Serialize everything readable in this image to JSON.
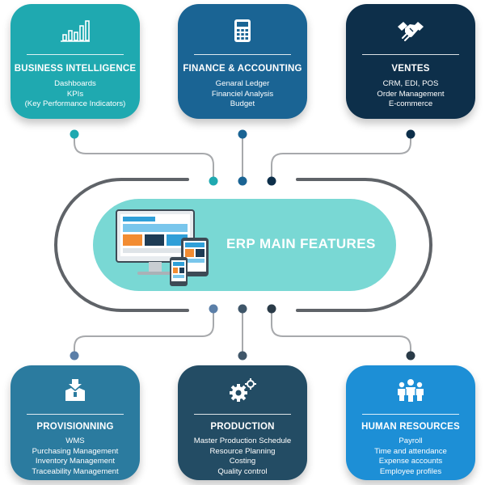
{
  "center": {
    "title": "ERP MAIN FEATURES"
  },
  "colors": {
    "bi": "#1fa9b0",
    "finance": "#1a6494",
    "ventes": "#0d2f4a",
    "provisionning": "#2b7b9f",
    "production": "#234c64",
    "hr": "#1d8fd6",
    "pill": "#79d8d4",
    "line": "#a7a9ac",
    "arc": "#5f6368"
  },
  "cards": {
    "bi": {
      "icon": "bar-chart-icon",
      "title": "BUSINESS INTELLIGENCE",
      "lines": [
        "Dashboards",
        "KPIs",
        "(Key Performance Indicators)"
      ]
    },
    "finance": {
      "icon": "calculator-icon",
      "title": "FINANCE & ACCOUNTING",
      "lines": [
        "Genaral Ledger",
        "Financiel Analysis",
        "Budget"
      ]
    },
    "ventes": {
      "icon": "handshake-icon",
      "title": "VENTES",
      "lines": [
        "CRM, EDI, POS",
        "Order Management",
        "E-commerce"
      ]
    },
    "provisionning": {
      "icon": "box-arrow-icon",
      "title": "PROVISIONNING",
      "lines": [
        "WMS",
        "Purchasing Management",
        "Inventory Management",
        "Traceability Management"
      ]
    },
    "production": {
      "icon": "gears-icon",
      "title": "PRODUCTION",
      "lines": [
        "Master Production Schedule",
        "Resource Planning",
        "Costing",
        "Quality control"
      ]
    },
    "hr": {
      "icon": "people-icon",
      "title": "HUMAN RESOURCES",
      "lines": [
        "Payroll",
        "Time and attendance",
        "Expense accounts",
        "Employee profiles"
      ]
    }
  }
}
